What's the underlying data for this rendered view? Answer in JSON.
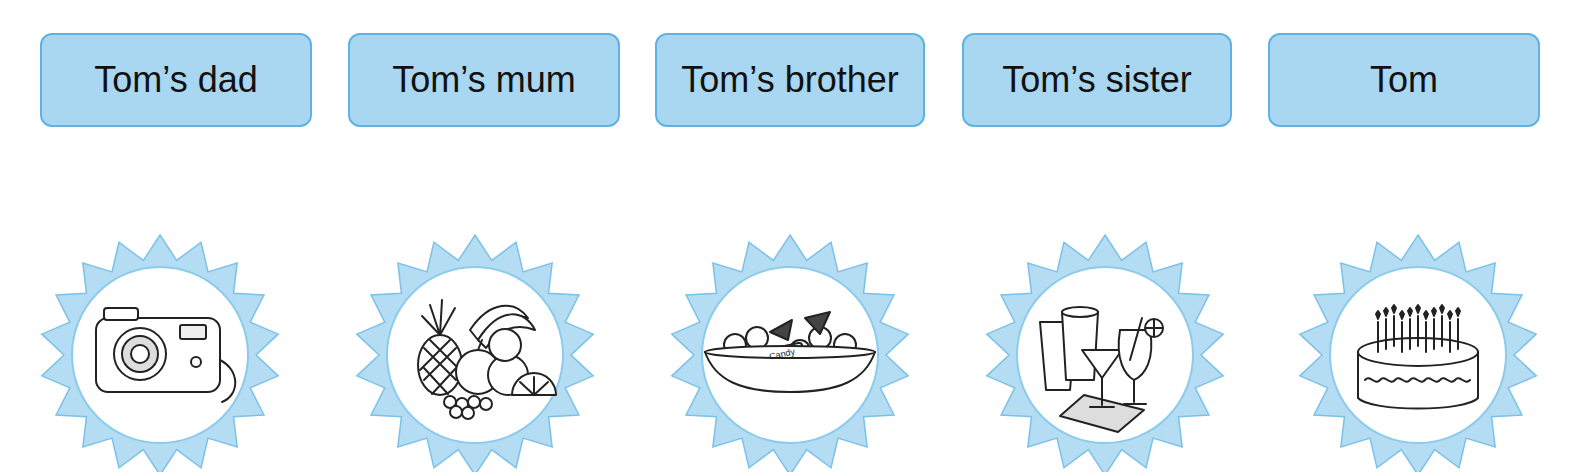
{
  "diagram": {
    "nodes": [
      {
        "text": [
          "Tom’s dad"
        ]
      },
      {
        "text": [
          "Tom’s mum"
        ]
      },
      {
        "text": [
          "Tom’s brother"
        ]
      },
      {
        "text": [
          "Tom’s sister"
        ]
      },
      {
        "text": [
          "Tom"
        ]
      }
    ],
    "labels": [
      "Candy"
    ]
  }
}
